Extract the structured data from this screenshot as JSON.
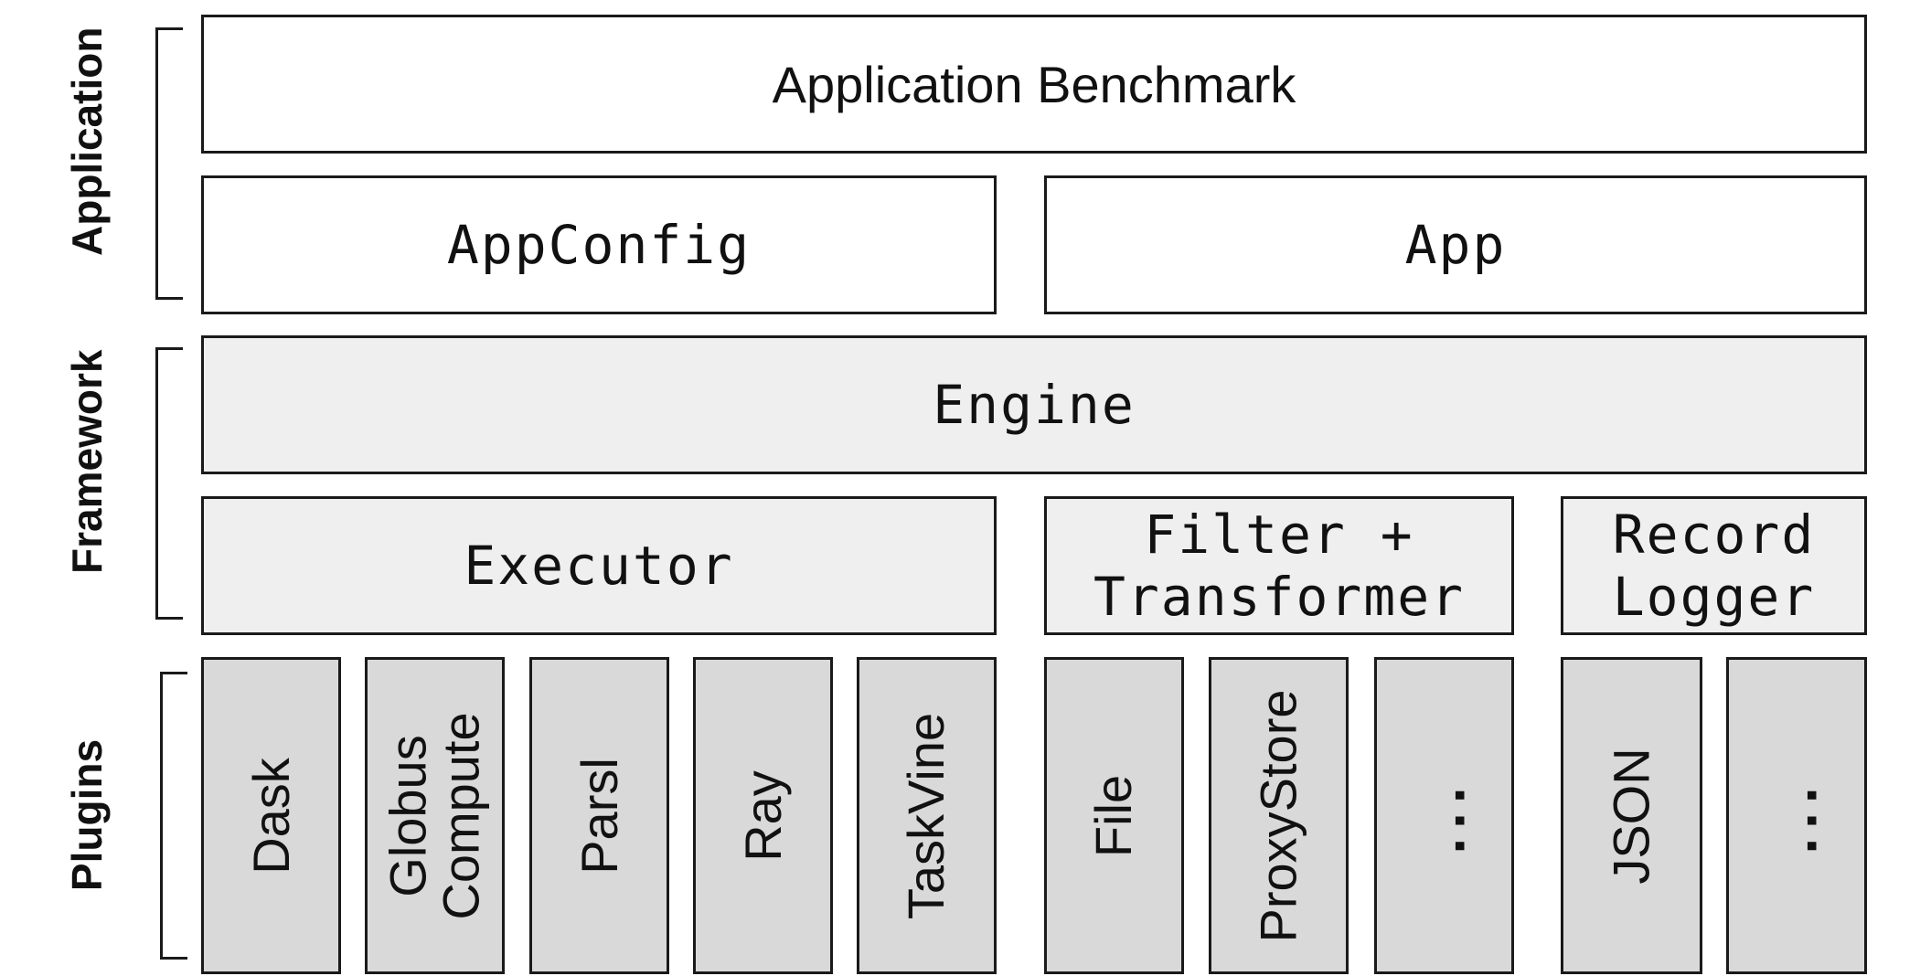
{
  "layers": {
    "application": "Application",
    "framework": "Framework",
    "plugins": "Plugins"
  },
  "application": {
    "benchmark": "Application Benchmark",
    "app_config": "AppConfig",
    "app": "App"
  },
  "framework": {
    "engine": "Engine",
    "executor": "Executor",
    "filter_transformer": "Filter +\nTransformer",
    "record_logger": "Record\nLogger"
  },
  "plugins": {
    "executors": [
      "Dask",
      "Globus\nCompute",
      "Parsl",
      "Ray",
      "TaskVine"
    ],
    "transformers": [
      "File",
      "ProxyStore",
      "..."
    ],
    "loggers": [
      "JSON",
      "..."
    ]
  },
  "colors": {
    "border": "#1a1a1a",
    "application_fill": "#ffffff",
    "framework_fill": "#efefef",
    "plugin_fill": "#d9d9d9"
  }
}
